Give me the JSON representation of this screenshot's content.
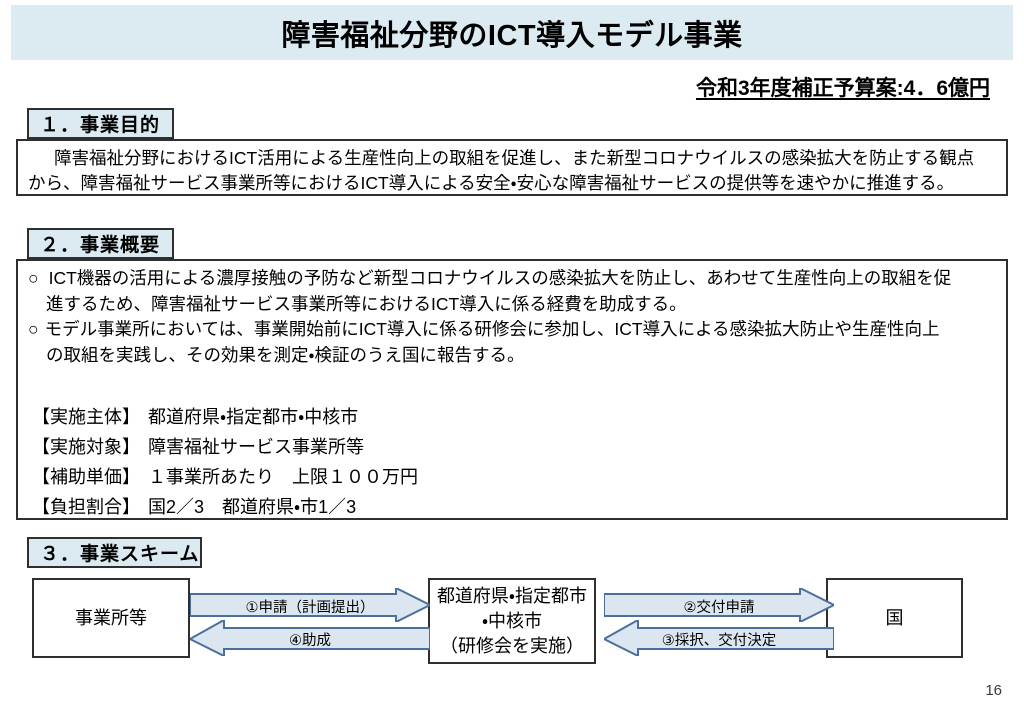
{
  "slide": {
    "title": "障害福祉分野のICT導入モデル事業",
    "budget": "令和3年度補正予算案:4．6億円",
    "page_number": "16",
    "colors": {
      "title_band": "#dcebf2",
      "section_chip": "#dbe9f1",
      "arrow_fill": "#dce6f1",
      "arrow_border": "#4a6f9c",
      "border": "#2f2f2f"
    }
  },
  "section1": {
    "heading": "１．事業目的",
    "lines": [
      "障害福祉分野におけるICT活用による生産性向上の取組を促進し、また新型コロナウイルスの感染拡大を防止する観点",
      "から、障害福祉サービス事業所等におけるICT導入による安全・安心な障害福祉サービスの提供等を速やかに推進する。"
    ]
  },
  "section2": {
    "heading": "２．事業概要",
    "bullets": [
      {
        "mark": "○",
        "lines": [
          "ICT機器の活用による濃厚接触の予防など新型コロナウイルスの感染拡大を防止し、あわせて生産性向上の取組を促",
          "進するため、障害福祉サービス事業所等におけるICT導入に係る経費を助成する。"
        ]
      },
      {
        "mark": "○",
        "lines": [
          "モデル事業所においては、事業開始前にICT導入に係る研修会に参加し、ICT導入による感染拡大防止や生産性向上",
          "の取組を実践し、その効果を測定・検証のうえ国に報告する。"
        ]
      }
    ],
    "items": [
      {
        "label": "【実施主体】",
        "value": "都道府県・指定都市・中核市"
      },
      {
        "label": "【実施対象】",
        "value": "障害福祉サービス事業所等"
      },
      {
        "label": "【補助単価】",
        "value": "１事業所あたり　上限１００万円"
      },
      {
        "label": "【負担割合】",
        "value": "国2／3　都道府県・市1／3"
      }
    ]
  },
  "section3": {
    "heading": "３．事業スキーム",
    "boxes": {
      "left": "事業所等",
      "center_line1": "都道府県・指定都市",
      "center_line2": "・中核市",
      "center_line3": "（研修会を実施）",
      "right": "国"
    },
    "arrows": [
      {
        "id": "arrow1",
        "label": "①申請（計画提出）",
        "direction": "right"
      },
      {
        "id": "arrow4",
        "label": "④助成",
        "direction": "left"
      },
      {
        "id": "arrow2",
        "label": "②交付申請",
        "direction": "right"
      },
      {
        "id": "arrow3",
        "label": "③採択、交付決定",
        "direction": "left"
      }
    ]
  }
}
